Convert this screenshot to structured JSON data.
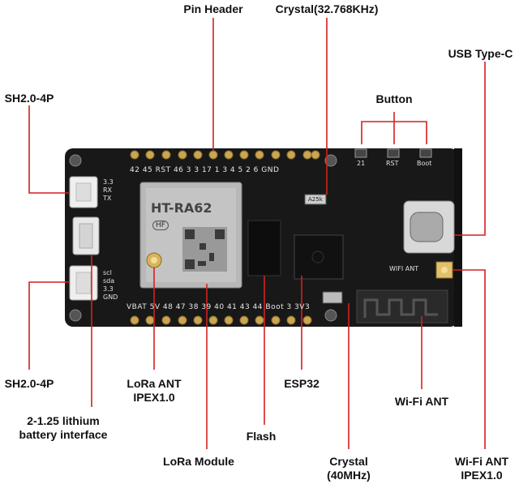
{
  "labels": {
    "pin_header": "Pin Header",
    "crystal_32k": "Crystal(32.768KHz)",
    "usb_type_c": "USB Type-C",
    "sh20_top": "SH2.0-4P",
    "button": "Button",
    "sh20_bottom": "SH2.0-4P",
    "lora_ant_line1": "LoRa ANT",
    "lora_ant_line2": "IPEX1.0",
    "esp32": "ESP32",
    "wifi_ant": "Wi-Fi ANT",
    "lithium_line1": "2-1.25 lithium",
    "lithium_line2": "battery interface",
    "flash": "Flash",
    "lora_module": "LoRa Module",
    "crystal_40m_line1": "Crystal",
    "crystal_40m_line2": "(40MHz)",
    "wifi_ant_ipex_line1": "Wi-Fi ANT",
    "wifi_ant_ipex_line2": "IPEX1.0"
  },
  "board": {
    "top_pins": "42 45 RST 46 3 3 17  1    3    4    5    2    6   GND",
    "bottom_pins": "VBAT 5V 48  47  38  39  40  41  43  44 Boot 3 3V3",
    "module_name": "HT-RA62",
    "module_badge": "HF",
    "crystal_marking": "A25k",
    "wifi_ant_silk": "WIFI ANT",
    "sh_top_pins": [
      "3.3",
      "RX",
      "TX"
    ],
    "sh_bottom_pins": [
      "scl",
      "sda",
      "3.3",
      "GND"
    ],
    "button_labels": [
      "21",
      "RST",
      "Boot"
    ]
  },
  "colors": {
    "board": "#1a1a1a",
    "line": "#d42020",
    "module": "#b9b9b9",
    "pad": "#c8a24a"
  }
}
